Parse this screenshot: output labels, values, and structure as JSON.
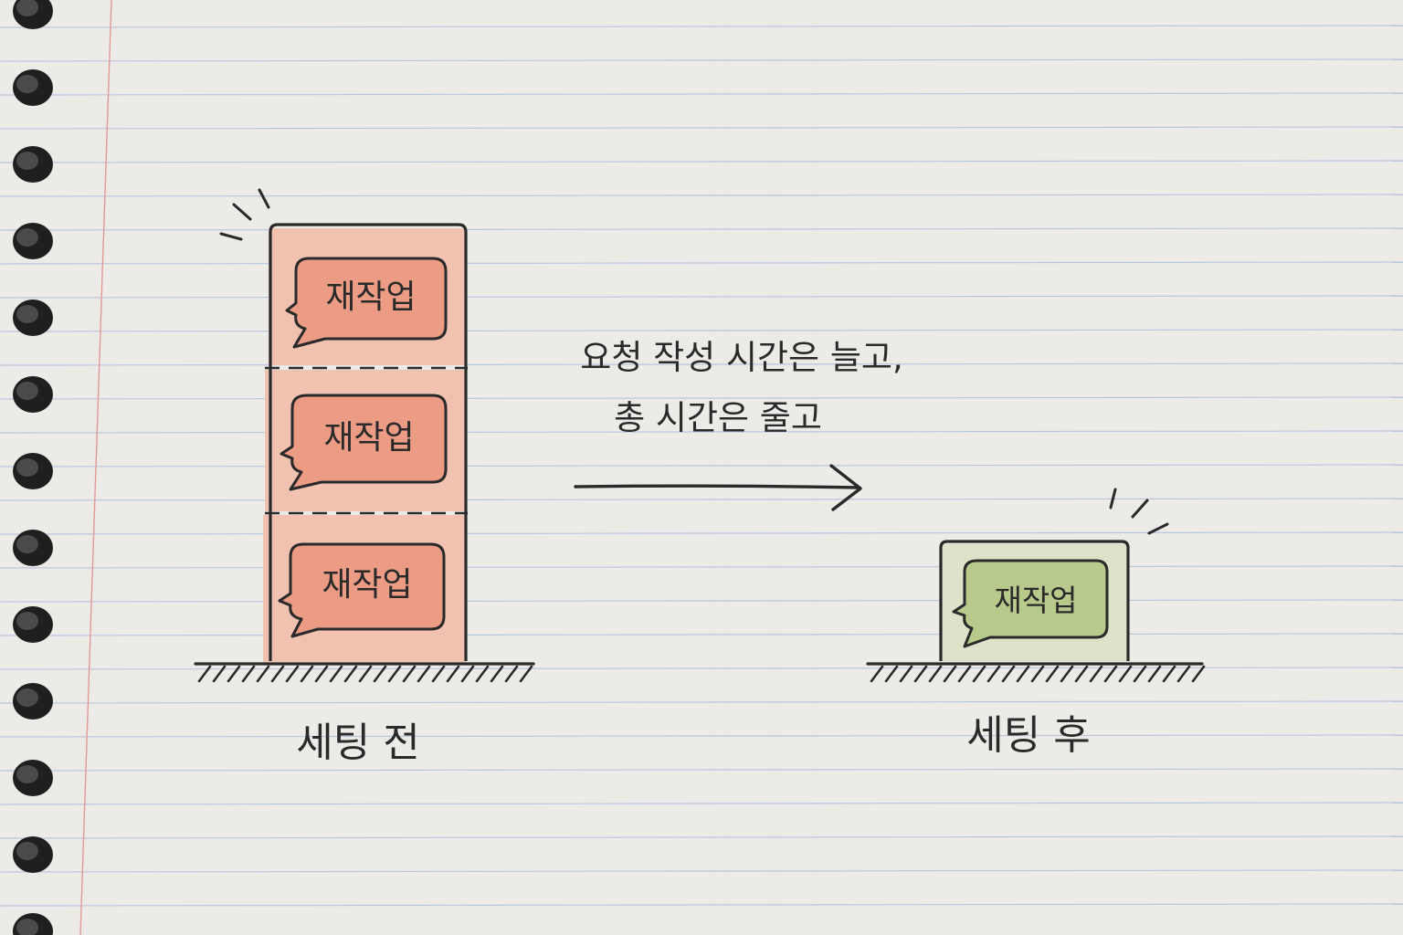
{
  "caption": {
    "line1": "요청 작성 시간은 늘고,",
    "line2": "총 시간은 줄고"
  },
  "before": {
    "label": "세팅 전",
    "blocks": [
      {
        "label": "재작업"
      },
      {
        "label": "재작업"
      },
      {
        "label": "재작업"
      }
    ]
  },
  "after": {
    "label": "세팅 후",
    "blocks": [
      {
        "label": "재작업"
      }
    ]
  },
  "colors": {
    "paper": "#ecebe8",
    "rule_line": "#b9c6dc",
    "margin_line": "#e19a9a",
    "ink": "#2a2a2a",
    "rework_fill": "#ec9c84",
    "rework_fill_light": "#f1c2b0",
    "after_fill": "#b8c98c",
    "after_fill_light": "#dde3c9"
  }
}
